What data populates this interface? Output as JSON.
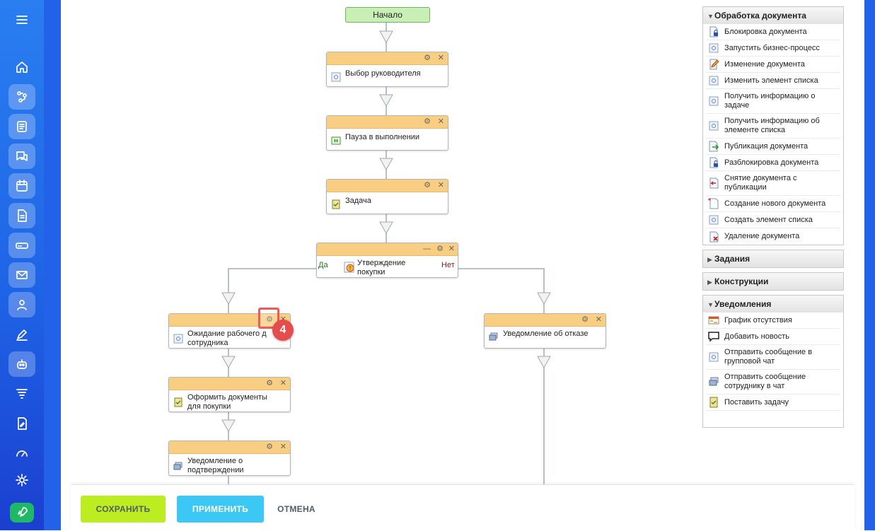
{
  "start": {
    "label": "Начало"
  },
  "blocks": {
    "b1": {
      "title": "Выбор руководителя"
    },
    "b2": {
      "title": "Пауза в выполнении"
    },
    "b3": {
      "title": "Задача"
    },
    "b4": {
      "title": "Утверждение покупки",
      "yes": "Да",
      "no": "Нет"
    },
    "b5": {
      "title": "Ожидание рабочего д",
      "line2": "сотрудника"
    },
    "b6": {
      "title": "Уведомление об отказе"
    },
    "b7": {
      "title": "Оформить документы",
      "line2": "для покупки"
    },
    "b8": {
      "title": "Уведомление о",
      "line2": "подтверждении"
    }
  },
  "controls": {
    "gear": "⚙",
    "close": "✕",
    "minimize": "—"
  },
  "badge": "4",
  "panel": {
    "doc": {
      "title": "Обработка документа",
      "items": [
        {
          "label": "Блокировка документа",
          "icon": "lock-doc-icon"
        },
        {
          "label": "Запустить бизнес-процесс",
          "icon": "generic-activity-icon"
        },
        {
          "label": "Изменение документа",
          "icon": "edit-doc-icon"
        },
        {
          "label": "Изменить элемент списка",
          "icon": "generic-activity-icon"
        },
        {
          "label": "Получить информацию о",
          "label2": "задаче",
          "icon": "generic-activity-icon"
        },
        {
          "label": "Получить информацию об",
          "label2": "элементе списка",
          "icon": "generic-activity-icon"
        },
        {
          "label": "Публикация документа",
          "icon": "publish-doc-icon"
        },
        {
          "label": "Разблокировка документа",
          "icon": "unlock-doc-icon"
        },
        {
          "label": "Снятие документа с",
          "label2": "публикации",
          "icon": "unpublish-doc-icon"
        },
        {
          "label": "Создание нового документа",
          "icon": "new-doc-icon"
        },
        {
          "label": "Создать элемент списка",
          "icon": "generic-activity-icon"
        },
        {
          "label": "Удаление документа",
          "icon": "delete-doc-icon"
        }
      ]
    },
    "tasks": {
      "title": "Задания"
    },
    "constructions": {
      "title": "Конструкции"
    },
    "notifications": {
      "title": "Уведомления",
      "items": [
        {
          "label": "График отсутствия",
          "icon": "absence-chart-icon"
        },
        {
          "label": "Добавить новость",
          "icon": "news-icon"
        },
        {
          "label": "Отправить сообщение в",
          "label2": "групповой чат",
          "icon": "generic-activity-icon"
        },
        {
          "label": "Отправить сообщение",
          "label2": "сотруднику в чат",
          "icon": "chat-icon"
        },
        {
          "label": "Поставить задачу",
          "icon": "task-icon"
        }
      ]
    }
  },
  "buttons": {
    "save": "СОХРАНИТЬ",
    "apply": "ПРИМЕНИТЬ",
    "cancel": "ОТМЕНА"
  }
}
